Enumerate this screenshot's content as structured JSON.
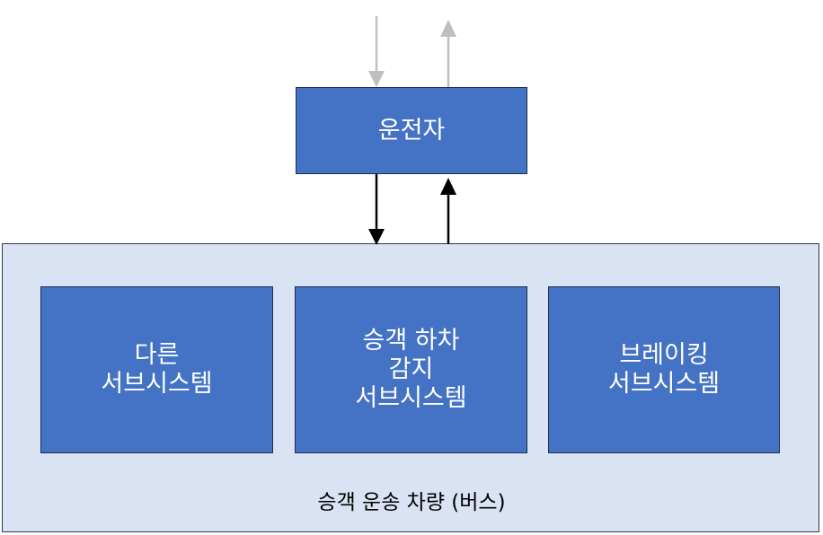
{
  "driver": {
    "label": "운전자"
  },
  "vehicle": {
    "label": "승객 운송 차량 (버스)"
  },
  "subsystems": {
    "other": {
      "line1": "다른",
      "line2": "서브시스템"
    },
    "detection": {
      "line1": "승객 하차",
      "line2": "감지",
      "line3": "서브시스템"
    },
    "braking": {
      "line1": "브레이킹",
      "line2": "서브시스템"
    }
  },
  "colors": {
    "block_fill": "#4472c4",
    "vehicle_fill": "#dae3f3",
    "external_arrow": "#bfbfbf",
    "internal_arrow": "#000000"
  }
}
